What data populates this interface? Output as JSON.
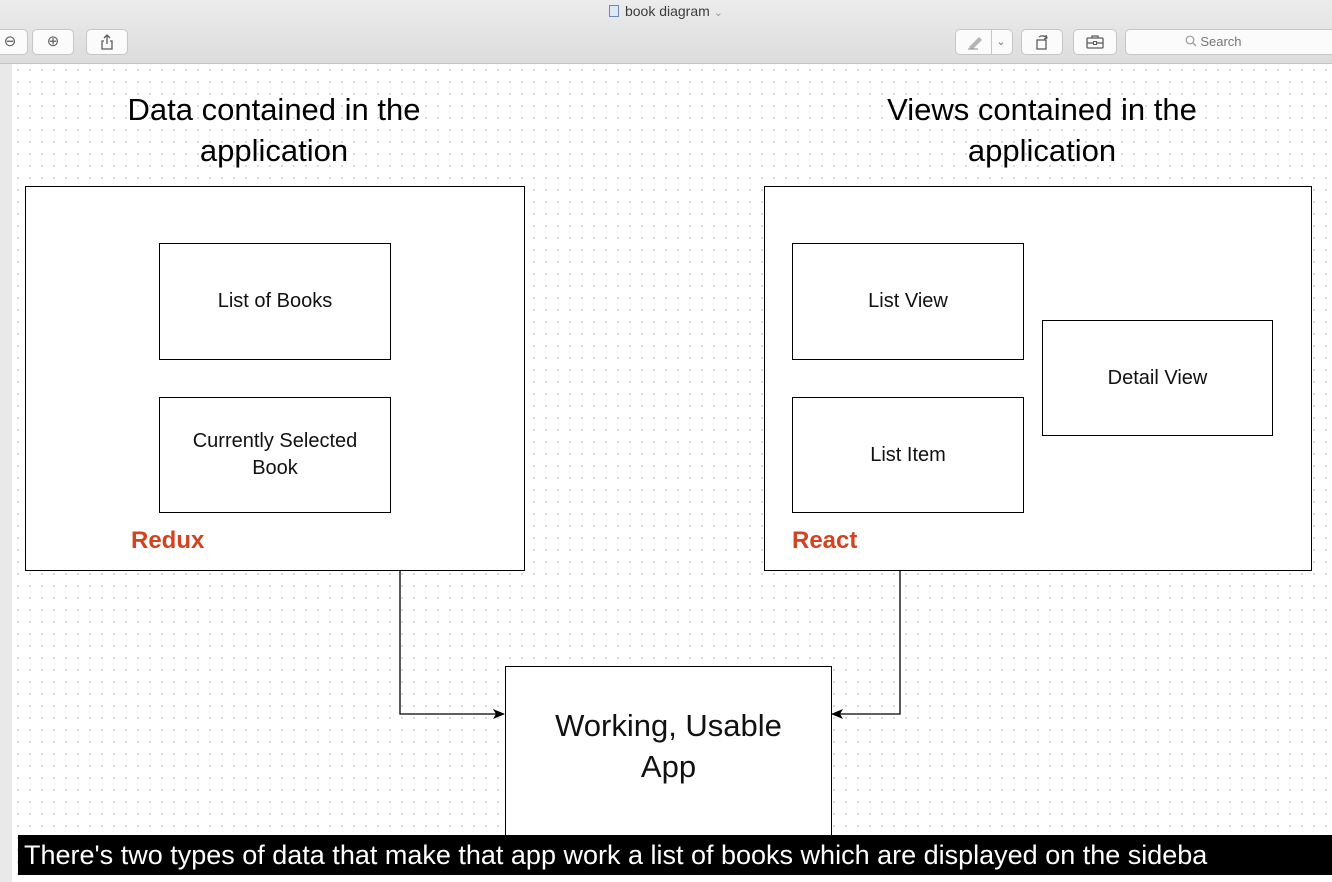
{
  "window": {
    "title": "book diagram"
  },
  "toolbar": {
    "zoom_out_glyph": "⊖",
    "zoom_in_glyph": "⊕",
    "search_placeholder": "Search"
  },
  "diagram": {
    "left_heading": "Data contained in the application",
    "right_heading": "Views contained in the application",
    "list_of_books": "List of Books",
    "currently_selected_book": "Currently Selected Book",
    "redux_label": "Redux",
    "list_view": "List View",
    "list_item": "List Item",
    "detail_view": "Detail View",
    "react_label": "React",
    "app_box": "Working, Usable App"
  },
  "caption": "There's two types of data that make that app work a list of books which are displayed on the sideba",
  "colors": {
    "tag_accent": "#d2431f",
    "caption_bg": "#000000"
  }
}
